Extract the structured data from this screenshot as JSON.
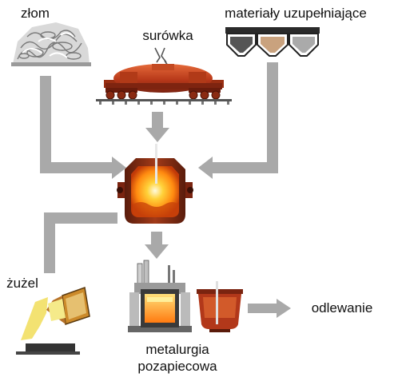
{
  "labels": {
    "scrap": "złom",
    "pig_iron": "surówka",
    "additives": "materiały uzupełniające",
    "slag": "żużel",
    "casting": "odlewanie",
    "secondary_line1": "metalurgia",
    "secondary_line2": "pozapiecowa"
  },
  "colors": {
    "flow_arrow": "#a9a9a9",
    "hot_metal": "#ff9a1a",
    "furnace_shell": "#8b2e12",
    "torpedo_car": "#c0431c",
    "slag_yellow": "#f2e06a",
    "hopper_dark": "#555555",
    "hopper_tan": "#c9a27e",
    "hopper_light": "#aaaaaa"
  },
  "icons": [
    "scrap-pile-icon",
    "pig-iron-torpedo-car-icon",
    "additive-hoppers-icon",
    "converter-furnace-icon",
    "slag-pot-icon",
    "ladle-furnace-icon",
    "casting-ladle-icon"
  ]
}
